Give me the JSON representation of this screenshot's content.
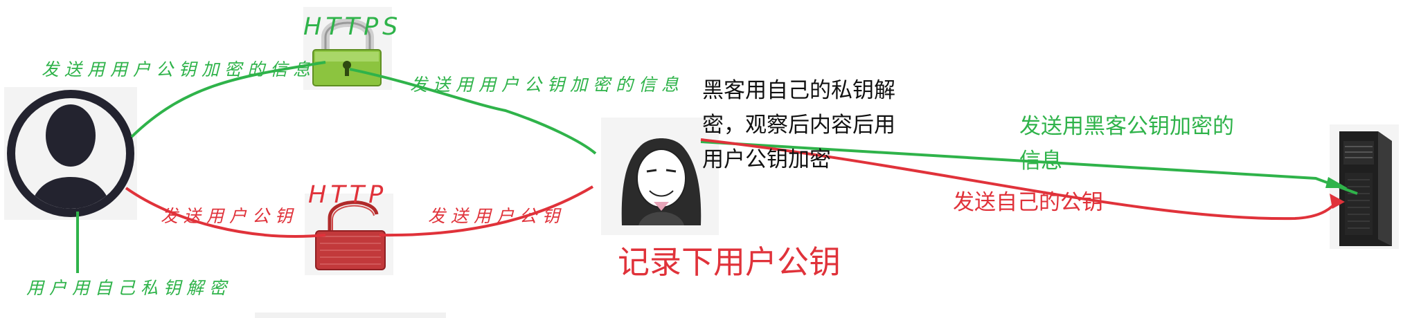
{
  "labels": {
    "https": "HTTPS",
    "http": "HTTP",
    "send_encrypted_left": "发送用用户公钥加密的信息",
    "send_encrypted_right": "发送用用户公钥加密的信息",
    "send_pubkey_left": "发送用户公钥",
    "send_pubkey_right": "发送用户公钥",
    "user_decrypt": "用户用自己私钥解密",
    "hacker_note": "黑客用自己的私钥解密，观察后内容后用用户公钥加密",
    "send_hacker_encrypted": "发送用黑客公钥加密的信息",
    "send_own_pubkey": "发送自己的公钥",
    "record_pubkey": "记录下用户公钥"
  },
  "colors": {
    "green": "#2fb34a",
    "red": "#e0323a",
    "user_icon": "#23232f",
    "hacker_hood": "#2b2b2b"
  },
  "icons": [
    "user-avatar-icon",
    "lock-closed-green-icon",
    "lock-open-red-icon",
    "hacker-icon",
    "server-icon"
  ]
}
